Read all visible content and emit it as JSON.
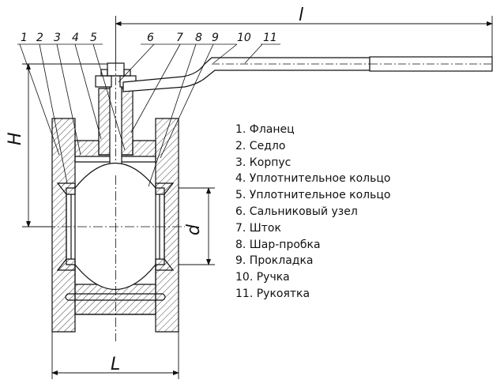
{
  "dimensions": {
    "overall_length": "l",
    "height": "H",
    "bore_diameter": "d",
    "body_length": "L"
  },
  "callout_numbers": [
    "1",
    "2",
    "3",
    "4",
    "5",
    "6",
    "7",
    "8",
    "9",
    "10",
    "11"
  ],
  "legend": [
    "1. Фланец",
    "2. Седло",
    "3. Корпус",
    "4. Уплотнительное кольцо",
    "5. Уплотнительное кольцо",
    "6. Сальниковый узел",
    "7. Шток",
    "8. Шар-пробка",
    "9. Прокладка",
    "10. Ручка",
    "11. Рукоятка"
  ]
}
